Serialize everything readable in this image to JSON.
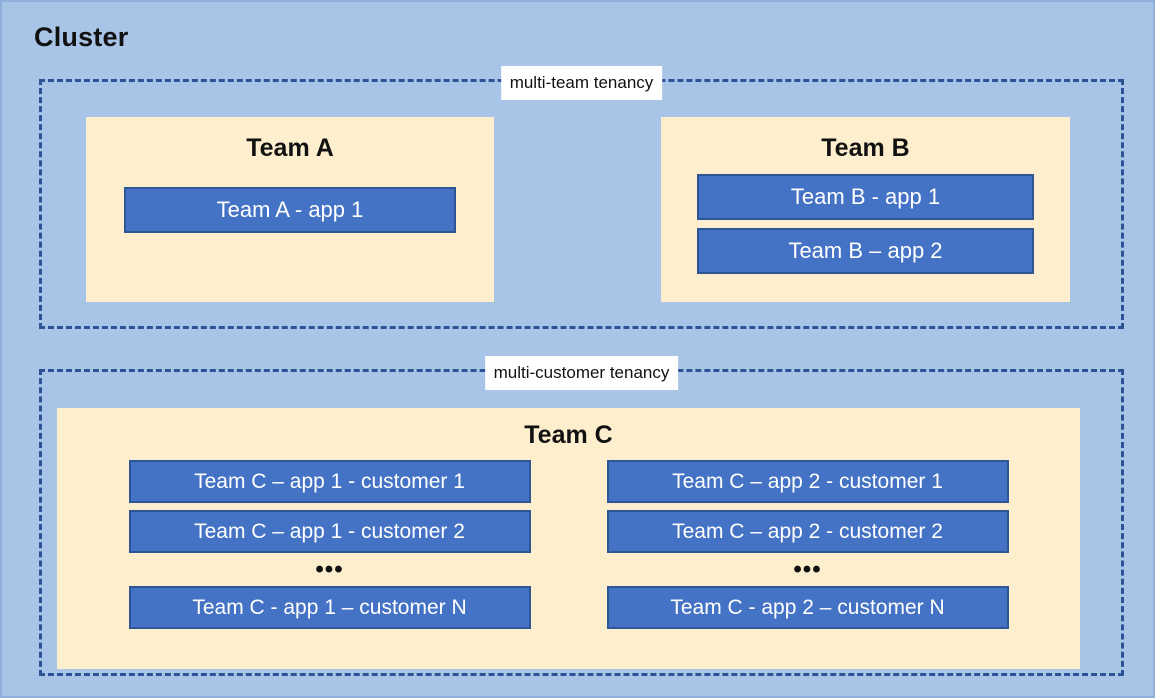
{
  "diagram": {
    "title": "Cluster",
    "background_color": "#a8c4e6",
    "accent_colors": {
      "dashed_border": "#2e5394",
      "team_panel": "#fdeecd",
      "app_box": "#4472c4",
      "app_box_border": "#2f5597",
      "label_chip": "#ffffff"
    }
  },
  "tenancies": [
    {
      "label": "multi-team tenancy",
      "teams": [
        {
          "name": "Team A",
          "apps": [
            {
              "label": "Team A - app 1"
            }
          ]
        },
        {
          "name": "Team B",
          "apps": [
            {
              "label": "Team B - app 1"
            },
            {
              "label": "Team B – app 2"
            }
          ]
        }
      ]
    },
    {
      "label": "multi-customer tenancy",
      "teams": [
        {
          "name": "Team C",
          "columns": [
            {
              "app": "app 1",
              "items": [
                {
                  "label": "Team C – app 1 - customer 1"
                },
                {
                  "label": "Team C – app 1 - customer 2"
                }
              ],
              "ellipsis": "•••",
              "last": {
                "label": "Team C - app 1 – customer N"
              }
            },
            {
              "app": "app 2",
              "items": [
                {
                  "label": "Team C – app 2 - customer 1"
                },
                {
                  "label": "Team C – app 2 - customer 2"
                }
              ],
              "ellipsis": "•••",
              "last": {
                "label": "Team C - app 2 – customer N"
              }
            }
          ]
        }
      ]
    }
  ]
}
